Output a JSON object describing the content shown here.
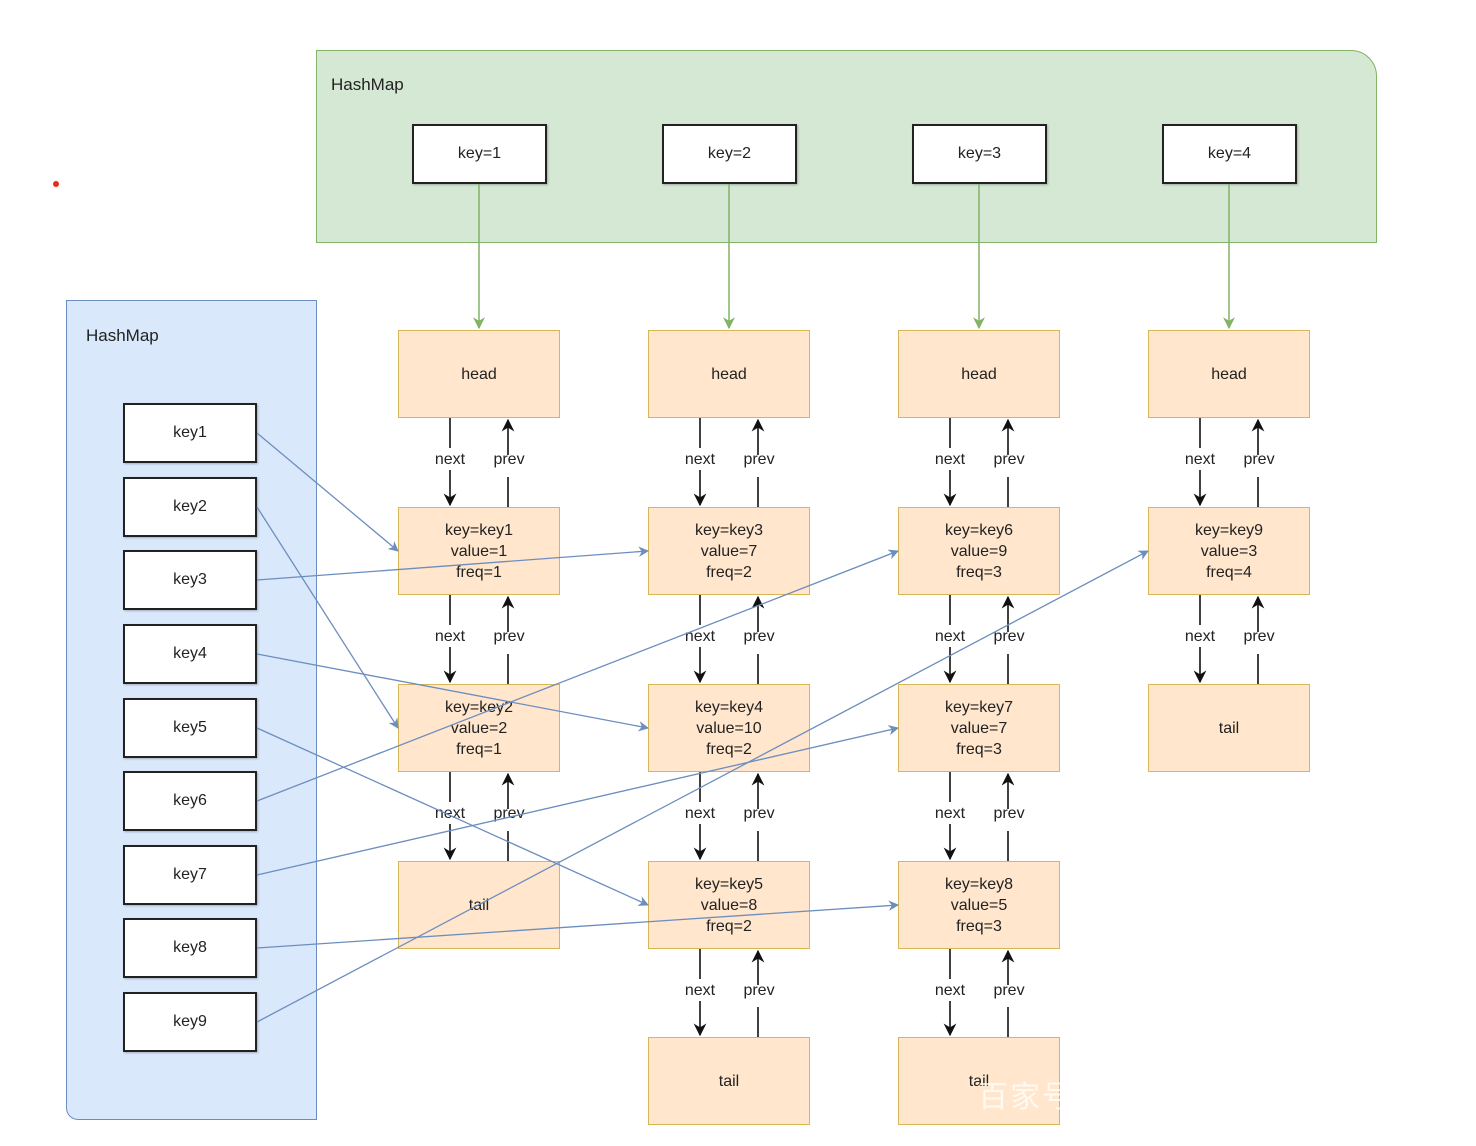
{
  "freq_map": {
    "title": "HashMap",
    "keys": [
      "key=1",
      "key=2",
      "key=3",
      "key=4"
    ]
  },
  "key_map": {
    "title": "HashMap",
    "keys": [
      "key1",
      "key2",
      "key3",
      "key4",
      "key5",
      "key6",
      "key7",
      "key8",
      "key9"
    ]
  },
  "lists": [
    {
      "head": "head",
      "nodes": [
        {
          "key": "key=key1",
          "value": "value=1",
          "freq": "freq=1"
        },
        {
          "key": "key=key2",
          "value": "value=2",
          "freq": "freq=1"
        }
      ],
      "tail": "tail"
    },
    {
      "head": "head",
      "nodes": [
        {
          "key": "key=key3",
          "value": "value=7",
          "freq": "freq=2"
        },
        {
          "key": "key=key4",
          "value": "value=10",
          "freq": "freq=2"
        },
        {
          "key": "key=key5",
          "value": "value=8",
          "freq": "freq=2"
        }
      ],
      "tail": "tail"
    },
    {
      "head": "head",
      "nodes": [
        {
          "key": "key=key6",
          "value": "value=9",
          "freq": "freq=3"
        },
        {
          "key": "key=key7",
          "value": "value=7",
          "freq": "freq=3"
        },
        {
          "key": "key=key8",
          "value": "value=5",
          "freq": "freq=3"
        }
      ],
      "tail": "tail"
    },
    {
      "head": "head",
      "nodes": [
        {
          "key": "key=key9",
          "value": "value=3",
          "freq": "freq=4"
        }
      ],
      "tail": "tail"
    }
  ],
  "link_labels": {
    "next": "next",
    "prev": "prev"
  },
  "key_pointers": [
    {
      "from": "key1",
      "to": "key=key1"
    },
    {
      "from": "key2",
      "to": "key=key2"
    },
    {
      "from": "key3",
      "to": "key=key3"
    },
    {
      "from": "key4",
      "to": "key=key4"
    },
    {
      "from": "key5",
      "to": "key=key5"
    },
    {
      "from": "key6",
      "to": "key=key6"
    },
    {
      "from": "key7",
      "to": "key=key7"
    },
    {
      "from": "key8",
      "to": "key=key8"
    },
    {
      "from": "key9",
      "to": "key=key9"
    }
  ],
  "watermark": "百家号",
  "colors": {
    "freq_map_fill": "#d5e8d4",
    "freq_map_stroke": "#82b366",
    "key_map_fill": "#dae8fc",
    "key_map_stroke": "#6c8ebf",
    "node_fill": "#ffe6cc",
    "node_stroke": "#d6b656",
    "pointer_line": "#6c8ebf"
  }
}
